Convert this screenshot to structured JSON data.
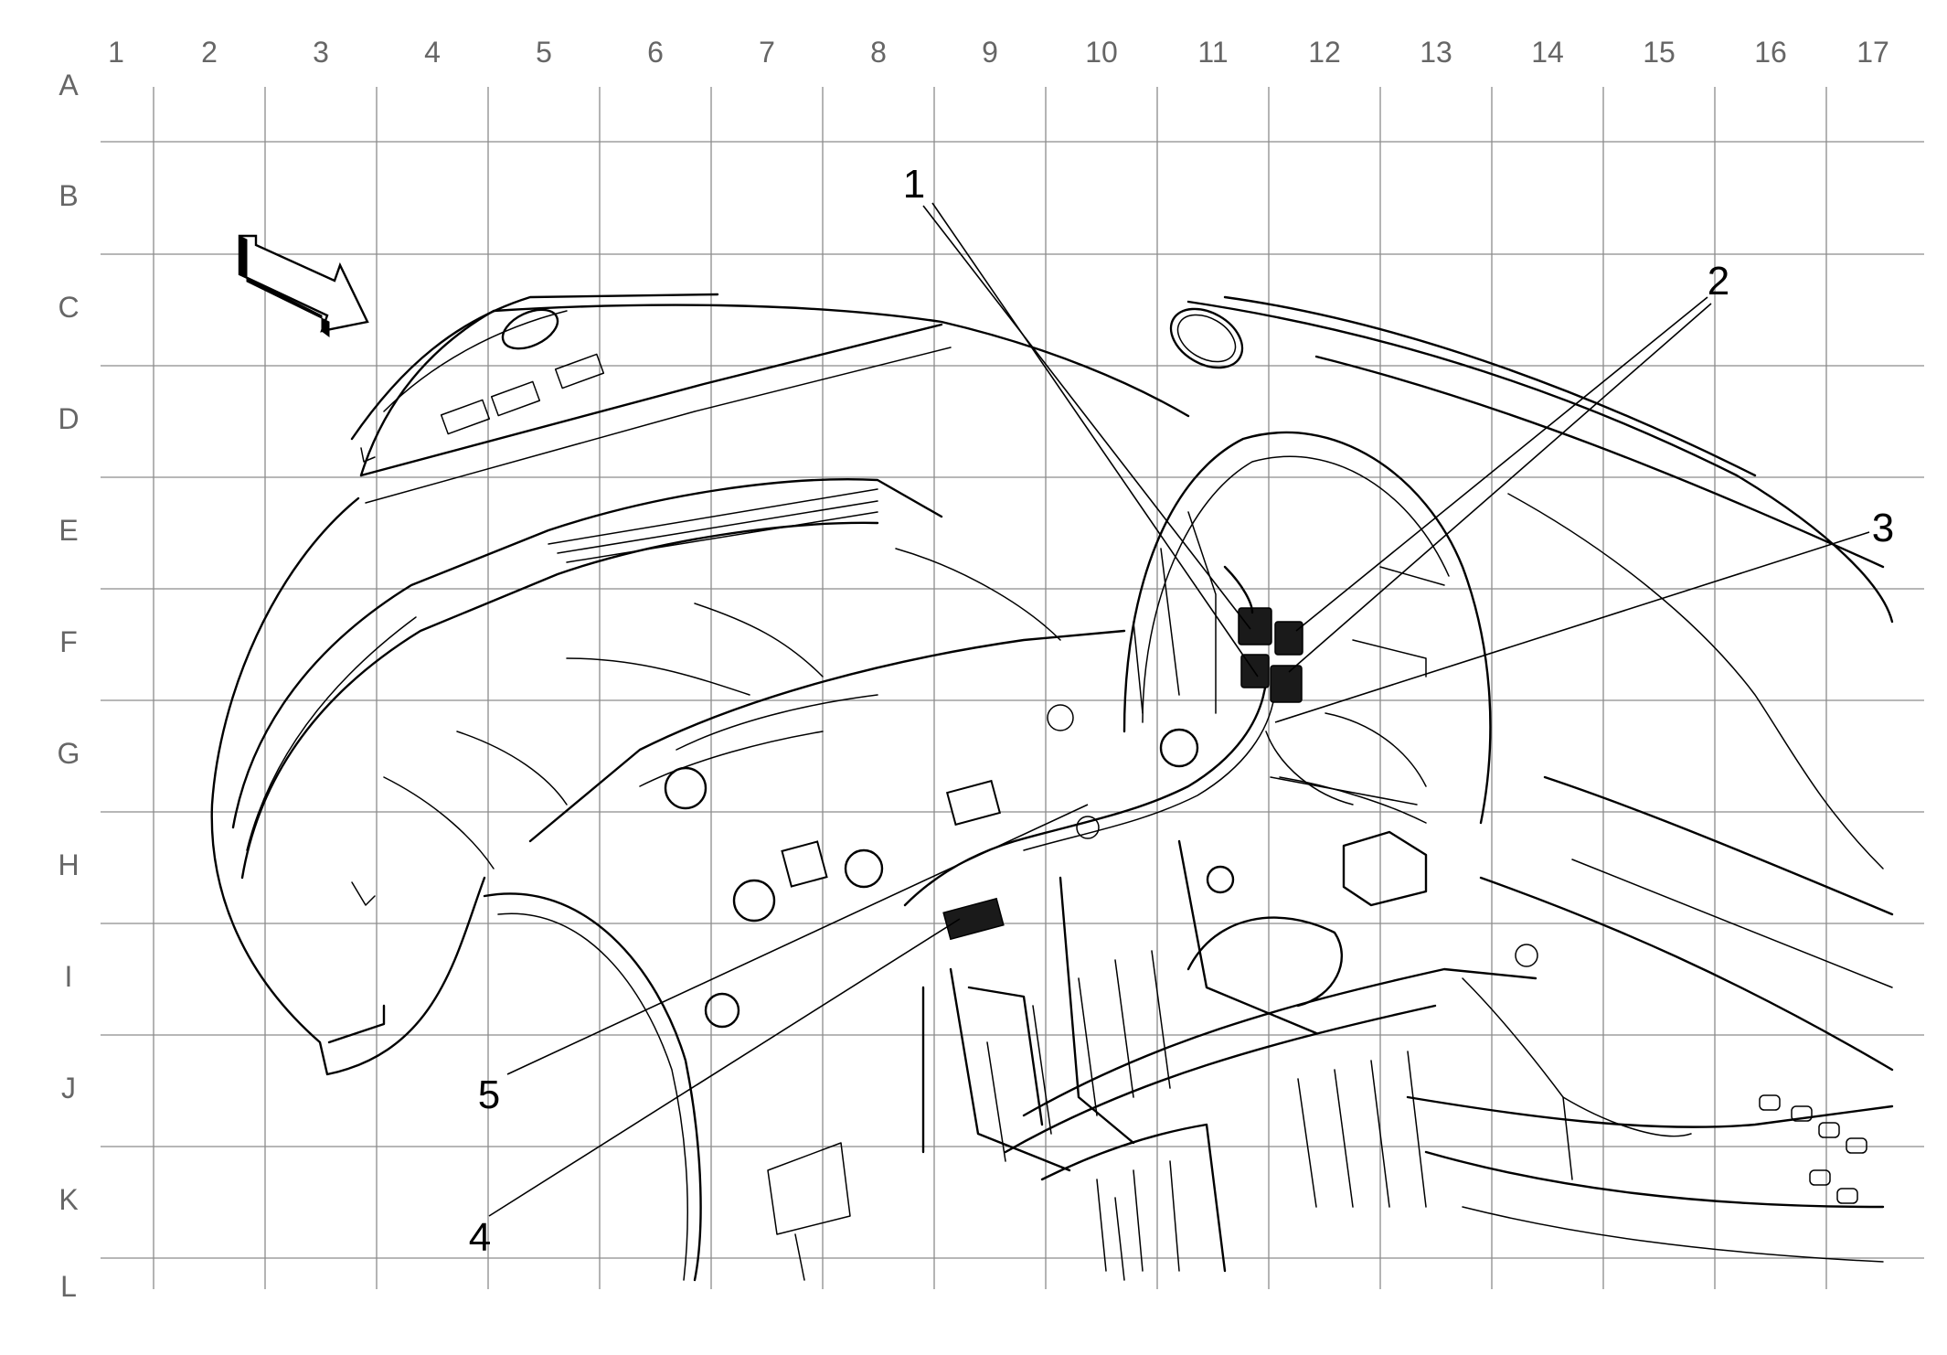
{
  "grid": {
    "columns": [
      "1",
      "2",
      "3",
      "4",
      "5",
      "6",
      "7",
      "8",
      "9",
      "10",
      "11",
      "12",
      "13",
      "14",
      "15",
      "16",
      "17"
    ],
    "rows": [
      "A",
      "B",
      "C",
      "D",
      "E",
      "F",
      "G",
      "H",
      "I",
      "J",
      "K",
      "L"
    ]
  },
  "callouts": [
    {
      "label": "1"
    },
    {
      "label": "2"
    },
    {
      "label": "3"
    },
    {
      "label": "4"
    },
    {
      "label": "5"
    }
  ],
  "direction_arrow": {
    "icon": "front-direction-arrow-icon"
  }
}
